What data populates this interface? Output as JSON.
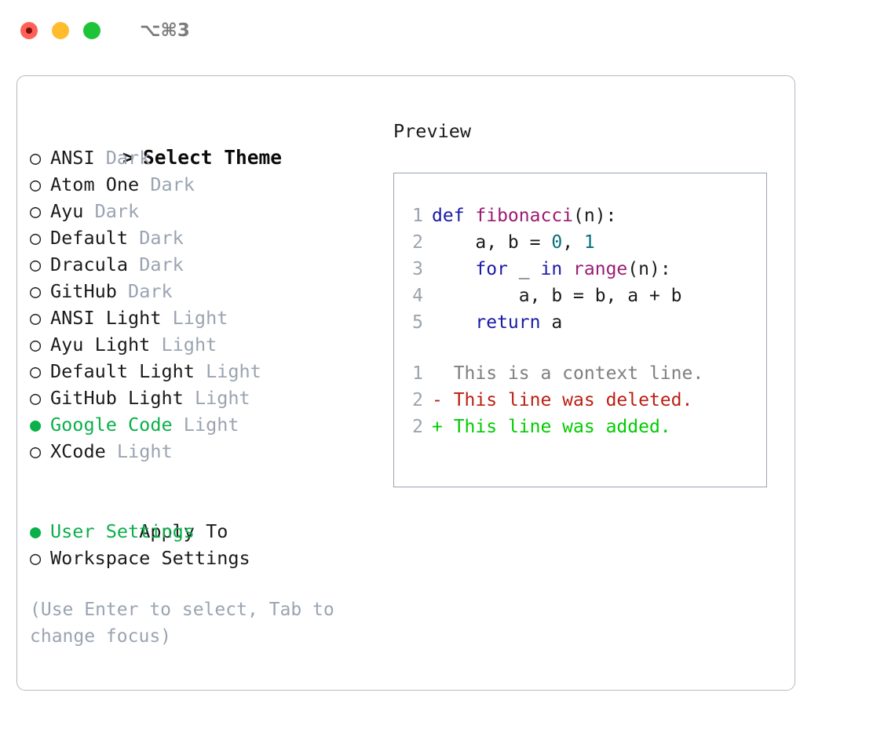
{
  "titlebar": {
    "shortcut": "⌥⌘3",
    "lights": [
      "close-light",
      "minimize-light",
      "maximize-light"
    ]
  },
  "left": {
    "header": {
      "prefix": ">",
      "label": "Select Theme"
    },
    "themes": [
      {
        "marker": "○",
        "name": "ANSI",
        "category": "Dark",
        "selected": false
      },
      {
        "marker": "○",
        "name": "Atom One",
        "category": "Dark",
        "selected": false
      },
      {
        "marker": "○",
        "name": "Ayu",
        "category": "Dark",
        "selected": false
      },
      {
        "marker": "○",
        "name": "Default",
        "category": "Dark",
        "selected": false
      },
      {
        "marker": "○",
        "name": "Dracula",
        "category": "Dark",
        "selected": false
      },
      {
        "marker": "○",
        "name": "GitHub",
        "category": "Dark",
        "selected": false
      },
      {
        "marker": "○",
        "name": "ANSI Light",
        "category": "Light",
        "selected": false
      },
      {
        "marker": "○",
        "name": "Ayu Light",
        "category": "Light",
        "selected": false
      },
      {
        "marker": "○",
        "name": "Default Light",
        "category": "Light",
        "selected": false
      },
      {
        "marker": "○",
        "name": "GitHub Light",
        "category": "Light",
        "selected": false
      },
      {
        "marker": "●",
        "name": "Google Code",
        "category": "Light",
        "selected": true
      },
      {
        "marker": "○",
        "name": "XCode",
        "category": "Light",
        "selected": false
      }
    ],
    "apply_to": {
      "label": "Apply To",
      "options": [
        {
          "marker": "●",
          "label": "User Settings",
          "selected": true
        },
        {
          "marker": "○",
          "label": "Workspace Settings",
          "selected": false
        }
      ]
    },
    "hint": "(Use Enter to select, Tab to change focus)"
  },
  "right": {
    "title": "Preview",
    "code_lines": [
      {
        "no": "1",
        "tokens": [
          {
            "t": "def ",
            "c": "kw"
          },
          {
            "t": "fibonacci",
            "c": "fn"
          },
          {
            "t": "(n):",
            "c": "pl"
          }
        ]
      },
      {
        "no": "2",
        "tokens": [
          {
            "t": "    a, b = ",
            "c": "pl"
          },
          {
            "t": "0",
            "c": "num"
          },
          {
            "t": ", ",
            "c": "pl"
          },
          {
            "t": "1",
            "c": "num"
          }
        ]
      },
      {
        "no": "3",
        "tokens": [
          {
            "t": "    ",
            "c": "pl"
          },
          {
            "t": "for",
            "c": "kw"
          },
          {
            "t": " _ ",
            "c": "pl"
          },
          {
            "t": "in",
            "c": "kw"
          },
          {
            "t": " ",
            "c": "pl"
          },
          {
            "t": "range",
            "c": "fn"
          },
          {
            "t": "(n):",
            "c": "pl"
          }
        ]
      },
      {
        "no": "4",
        "tokens": [
          {
            "t": "        a, b = b, a + b",
            "c": "pl"
          }
        ]
      },
      {
        "no": "5",
        "tokens": [
          {
            "t": "    ",
            "c": "pl"
          },
          {
            "t": "return",
            "c": "kw"
          },
          {
            "t": " a",
            "c": "pl"
          }
        ]
      }
    ],
    "diff_lines": [
      {
        "no": "1",
        "sign": " ",
        "text": " This is a context line.",
        "kind": "ctx"
      },
      {
        "no": "2",
        "sign": "-",
        "text": " This line was deleted.",
        "kind": "del"
      },
      {
        "no": "2",
        "sign": "+",
        "text": " This line was added.",
        "kind": "add"
      }
    ]
  },
  "colors": {
    "accent_green": "#0ab04a",
    "diff_add": "#00cc00",
    "diff_del": "#bb1e12",
    "muted": "#9aa4b1",
    "keyword": "#1a1aa8",
    "function": "#9c1b73",
    "number": "#06707a",
    "border": "#b2bac3"
  }
}
